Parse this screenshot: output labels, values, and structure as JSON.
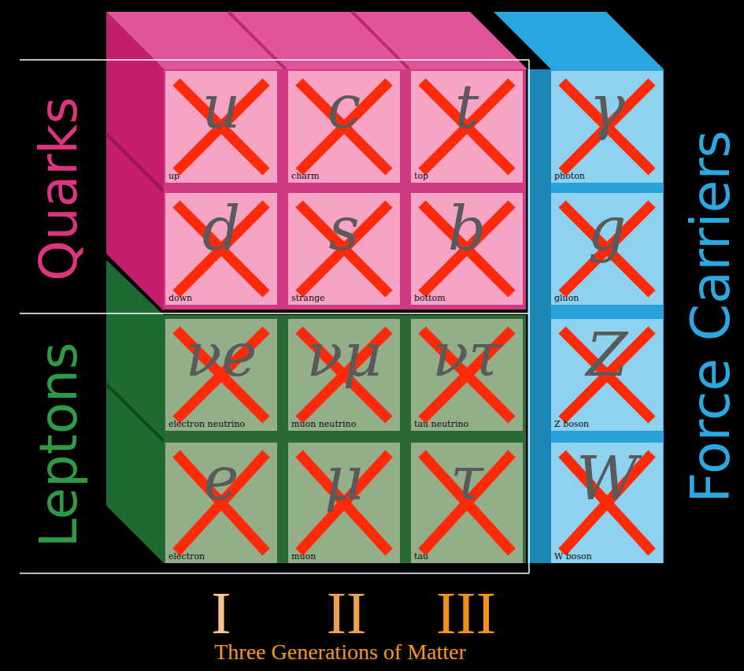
{
  "diagram": {
    "nodes": [
      {
        "text": [
          "u",
          "up"
        ]
      },
      {
        "text": [
          "c",
          "charm"
        ]
      },
      {
        "text": [
          "t",
          "top"
        ]
      },
      {
        "text": [
          "γ",
          "photon"
        ]
      },
      {
        "text": [
          "d",
          "down"
        ]
      },
      {
        "text": [
          "s",
          "strange"
        ]
      },
      {
        "text": [
          "b",
          "bottom"
        ]
      },
      {
        "text": [
          "g",
          "gluon"
        ]
      },
      {
        "text": [
          "νe",
          "electron neutrino"
        ]
      },
      {
        "text": [
          "νμ",
          "muon neutrino"
        ]
      },
      {
        "text": [
          "ντ",
          "tau neutrino"
        ]
      },
      {
        "text": [
          "Z",
          "Z boson"
        ]
      },
      {
        "text": [
          "e",
          "electron"
        ]
      },
      {
        "text": [
          "μ",
          "muon"
        ]
      },
      {
        "text": [
          "τ",
          "tau"
        ]
      },
      {
        "text": [
          "W",
          "W boson"
        ]
      }
    ],
    "labels": [
      "Quarks",
      "Leptons",
      "Force Carriers",
      "I",
      "II",
      "III",
      "Three Generations of Matter"
    ]
  }
}
